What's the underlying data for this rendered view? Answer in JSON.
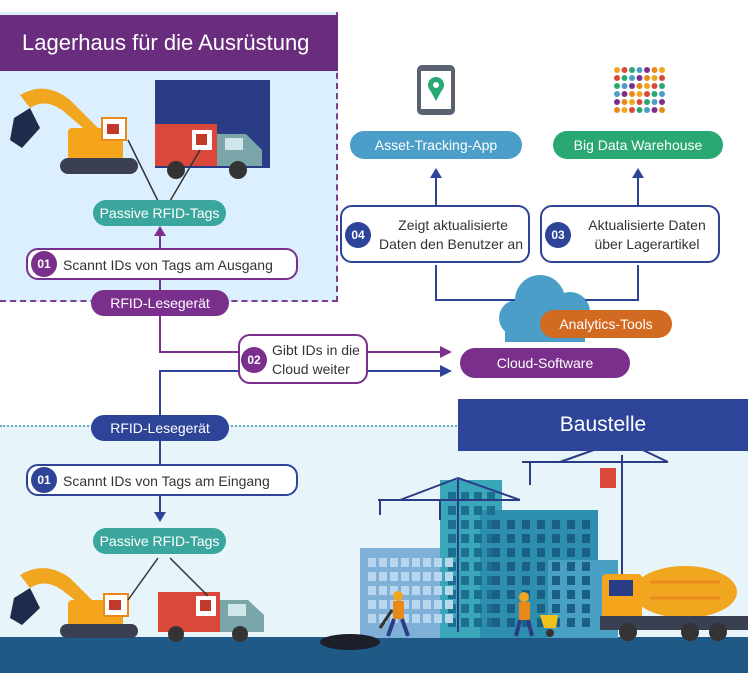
{
  "warehouse": {
    "title": "Lagerhaus für die Ausrüstung",
    "passive_tags": "Passive RFID-Tags",
    "step_num": "01",
    "step_text": "Scannt IDs von Tags am Ausgang",
    "reader": "RFID-Lesegerät"
  },
  "cloud_step": {
    "num": "02",
    "text_line1": "Gibt IDs in die",
    "text_line2": "Cloud weiter"
  },
  "site_side": {
    "reader": "RFID-Lesegerät",
    "step_num": "01",
    "step_text": "Scannt IDs von Tags am Eingang",
    "passive_tags": "Passive RFID-Tags",
    "title": "Baustelle"
  },
  "cloud": {
    "software": "Cloud-Software",
    "analytics": "Analytics-Tools"
  },
  "app_step": {
    "num": "04",
    "text_line1": "Zeigt aktualisierte",
    "text_line2": "Daten den Benutzer an",
    "target": "Asset-Tracking-App"
  },
  "data_step": {
    "num": "03",
    "text_line1": "Aktualisierte Daten",
    "text_line2": "über Lagerartikel",
    "target": "Big Data Warehouse"
  },
  "colors": {
    "purple": "#7a2f8c",
    "navy": "#2e4499",
    "teal": "#3aa69d",
    "blue": "#4a9ec8",
    "green": "#2aa874",
    "orange": "#d26a22"
  }
}
